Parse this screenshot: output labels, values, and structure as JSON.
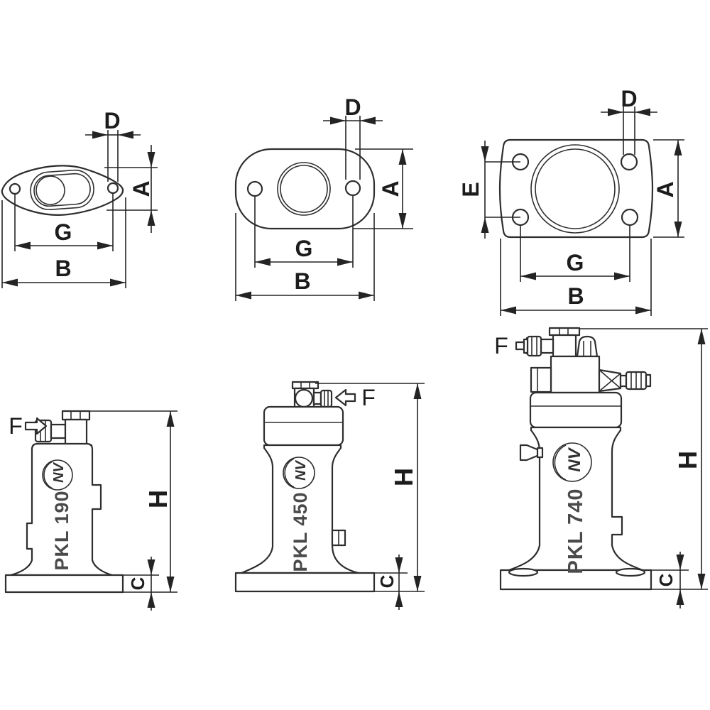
{
  "top_views": [
    {
      "id": "pkl190-top",
      "labels": {
        "D": "D",
        "A": "A",
        "G": "G",
        "B": "B"
      }
    },
    {
      "id": "pkl450-top",
      "labels": {
        "D": "D",
        "A": "A",
        "G": "G",
        "B": "B"
      }
    },
    {
      "id": "pkl740-top",
      "labels": {
        "D": "D",
        "E": "E",
        "A": "A",
        "G": "G",
        "B": "B"
      }
    }
  ],
  "side_views": [
    {
      "model": "PKL 190",
      "inlet_label": "F",
      "height_label": "H",
      "base_label": "C",
      "logo": "NV"
    },
    {
      "model": "PKL 450",
      "inlet_label": "F",
      "height_label": "H",
      "base_label": "C",
      "logo": "NV"
    },
    {
      "model": "PKL 740",
      "inlet_label": "F",
      "height_label": "H",
      "base_label": "C",
      "logo": "NV"
    }
  ],
  "colors": {
    "line": "#2e2e2e",
    "dimension": "#242424",
    "background": "#ffffff",
    "engraving": "#4a4a4a"
  }
}
